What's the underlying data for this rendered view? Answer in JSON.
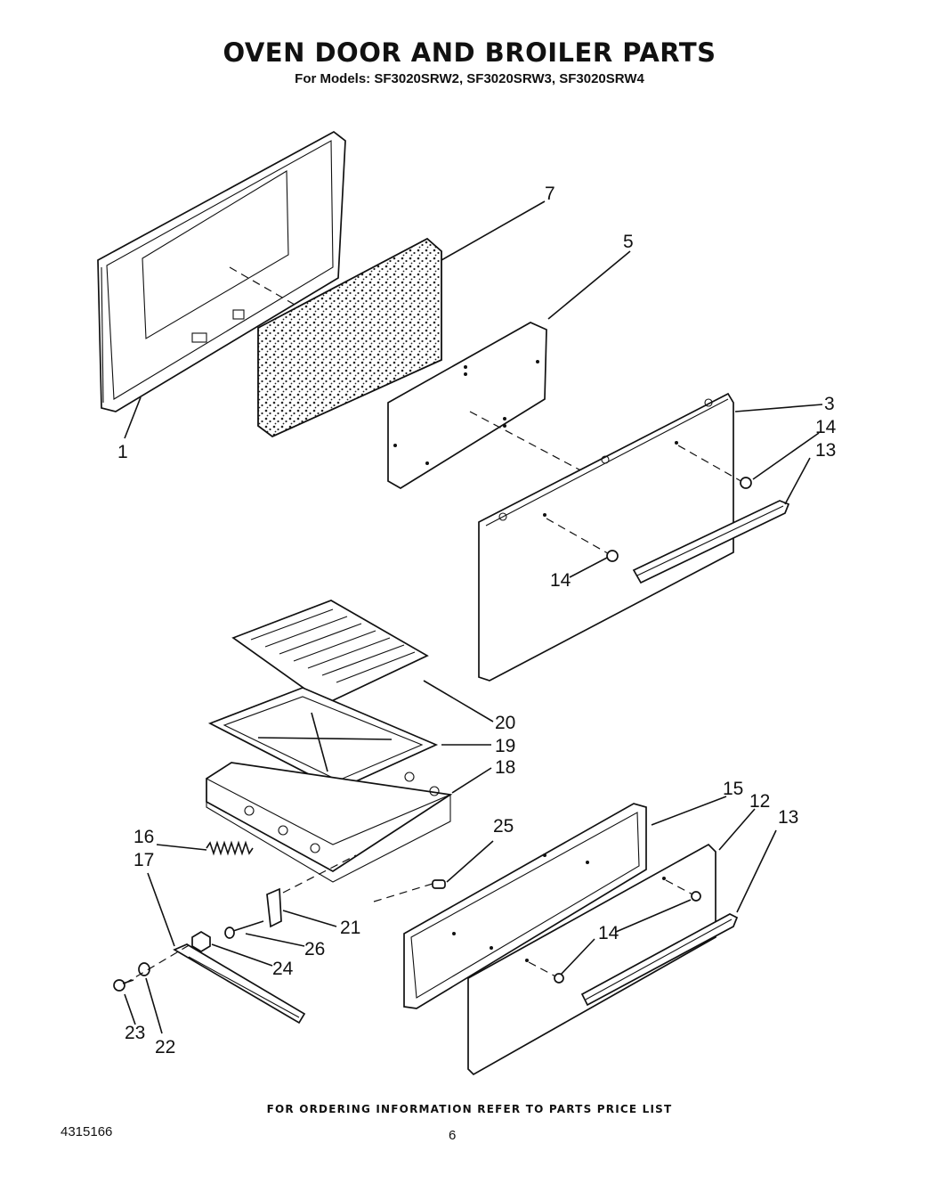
{
  "title": "OVEN DOOR AND BROILER PARTS",
  "subtitle": "For Models: SF3020SRW2, SF3020SRW3, SF3020SRW4",
  "callouts": {
    "c1": "1",
    "c3": "3",
    "c5": "5",
    "c7": "7",
    "c12": "12",
    "c13a": "13",
    "c13b": "13",
    "c14a": "14",
    "c14b": "14",
    "c14c": "14",
    "c15": "15",
    "c16": "16",
    "c17": "17",
    "c18": "18",
    "c19": "19",
    "c20": "20",
    "c21": "21",
    "c22": "22",
    "c23": "23",
    "c24": "24",
    "c25": "25",
    "c26": "26"
  },
  "footer": "FOR ORDERING INFORMATION REFER TO PARTS PRICE LIST",
  "document_number": "4315166",
  "page_number": "6"
}
